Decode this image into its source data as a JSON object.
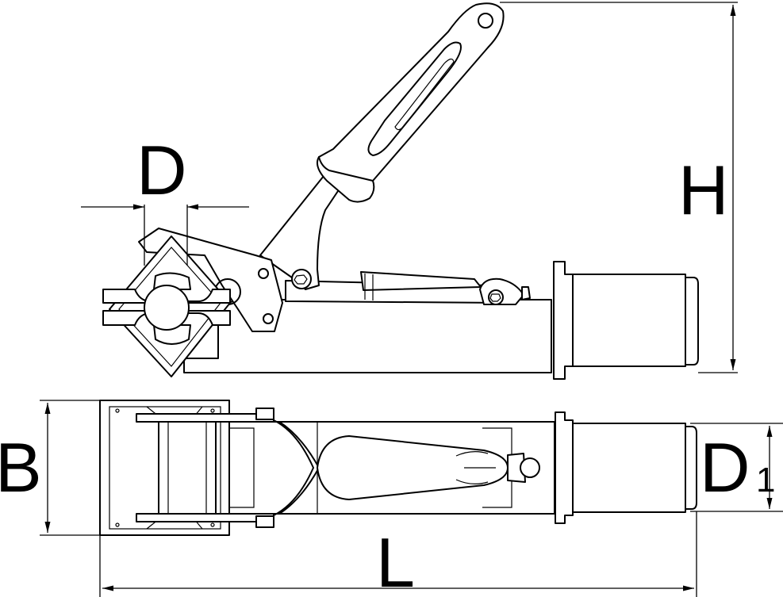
{
  "labels": {
    "D": "D",
    "H": "H",
    "B": "B",
    "L": "L",
    "D1_main": "D",
    "D1_sub": "1"
  }
}
